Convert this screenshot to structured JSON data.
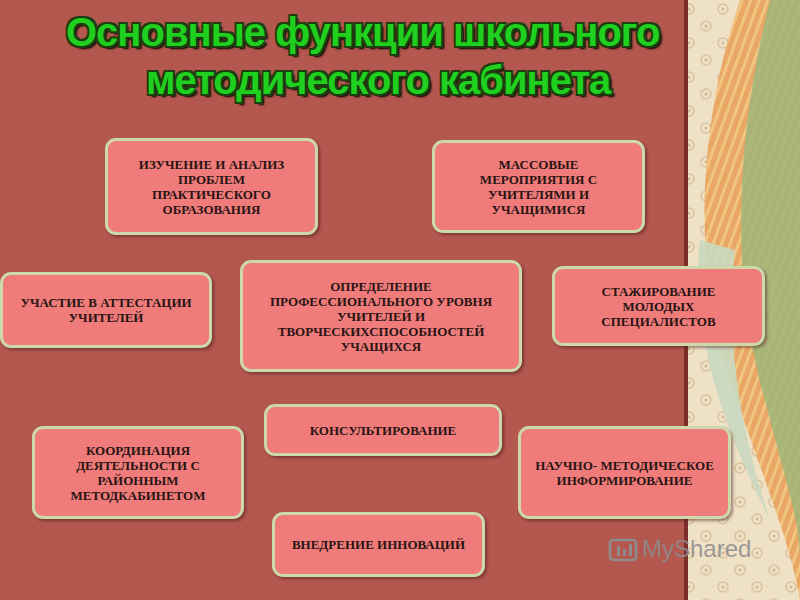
{
  "diagram": {
    "title": "Основные функции школьного методического кабинета",
    "nodes": [
      {
        "text": [
          "ИЗУЧЕНИЕ И АНАЛИЗ ПРОБЛЕМ ПРАКТИЧЕСКОГО ОБРАЗОВАНИЯ"
        ]
      },
      {
        "text": [
          "МАССОВЫЕ МЕРОПРИЯТИЯ С УЧИТЕЛЯМИ И УЧАЩИМИСЯ"
        ]
      },
      {
        "text": [
          "УЧАСТИЕ В АТТЕСТАЦИИ УЧИТЕЛЕЙ"
        ]
      },
      {
        "text": [
          "ОПРЕДЕЛЕНИЕ ПРОФЕССИОНАЛЬНОГО УРОВНЯ УЧИТЕЛЕЙ И ТВОРЧЕСКИХСПОСОБНОСТЕЙ УЧАЩИХСЯ"
        ]
      },
      {
        "text": [
          "СТАЖИРОВАНИЕ МОЛОДЫХ СПЕЦИАЛИСТОВ"
        ]
      },
      {
        "text": [
          "КООРДИНАЦИЯ ДЕЯТЕЛЬНОСТИ С РАЙОННЫМ МЕТОДКАБИНЕТОМ"
        ]
      },
      {
        "text": [
          "КОНСУЛЬТИРОВАНИЕ"
        ]
      },
      {
        "text": [
          "НАУЧНО- МЕТОДИЧЕСКОЕ ИНФОРМИРОВАНИЕ"
        ]
      },
      {
        "text": [
          "ВНЕДРЕНИЕ ИННОВАЦИЙ"
        ]
      }
    ],
    "edges": [],
    "labels": [
      "MyShared"
    ]
  }
}
